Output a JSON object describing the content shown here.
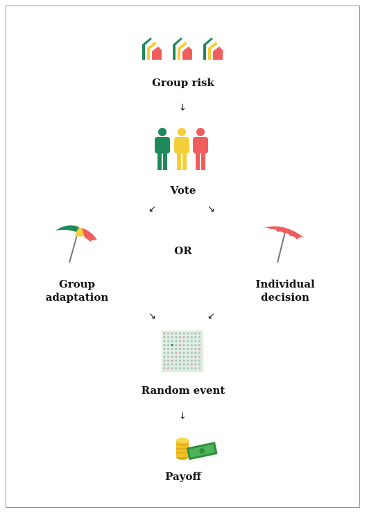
{
  "steps": {
    "group_risk": "Group risk",
    "vote": "Vote",
    "or": "OR",
    "group_adaptation_line1": "Group",
    "group_adaptation_line2": "adaptation",
    "individual_decision_line1": "Individual",
    "individual_decision_line2": "decision",
    "random_event": "Random event",
    "payoff": "Payoff"
  },
  "arrows": {
    "down": "↓",
    "down_left": "↙",
    "down_right": "↘"
  },
  "icons": {
    "houses": "house-icon",
    "people": "person-icon",
    "group_umbrella": "umbrella-multicolor-icon",
    "individual_umbrella": "umbrella-red-icon",
    "grid": "grid-board-icon",
    "payoff": "coins-cash-icon"
  },
  "colors": {
    "green": "#1e8a5a",
    "yellow": "#f3cf3c",
    "red": "#ef5d5d",
    "border": "#8a8a8a"
  }
}
